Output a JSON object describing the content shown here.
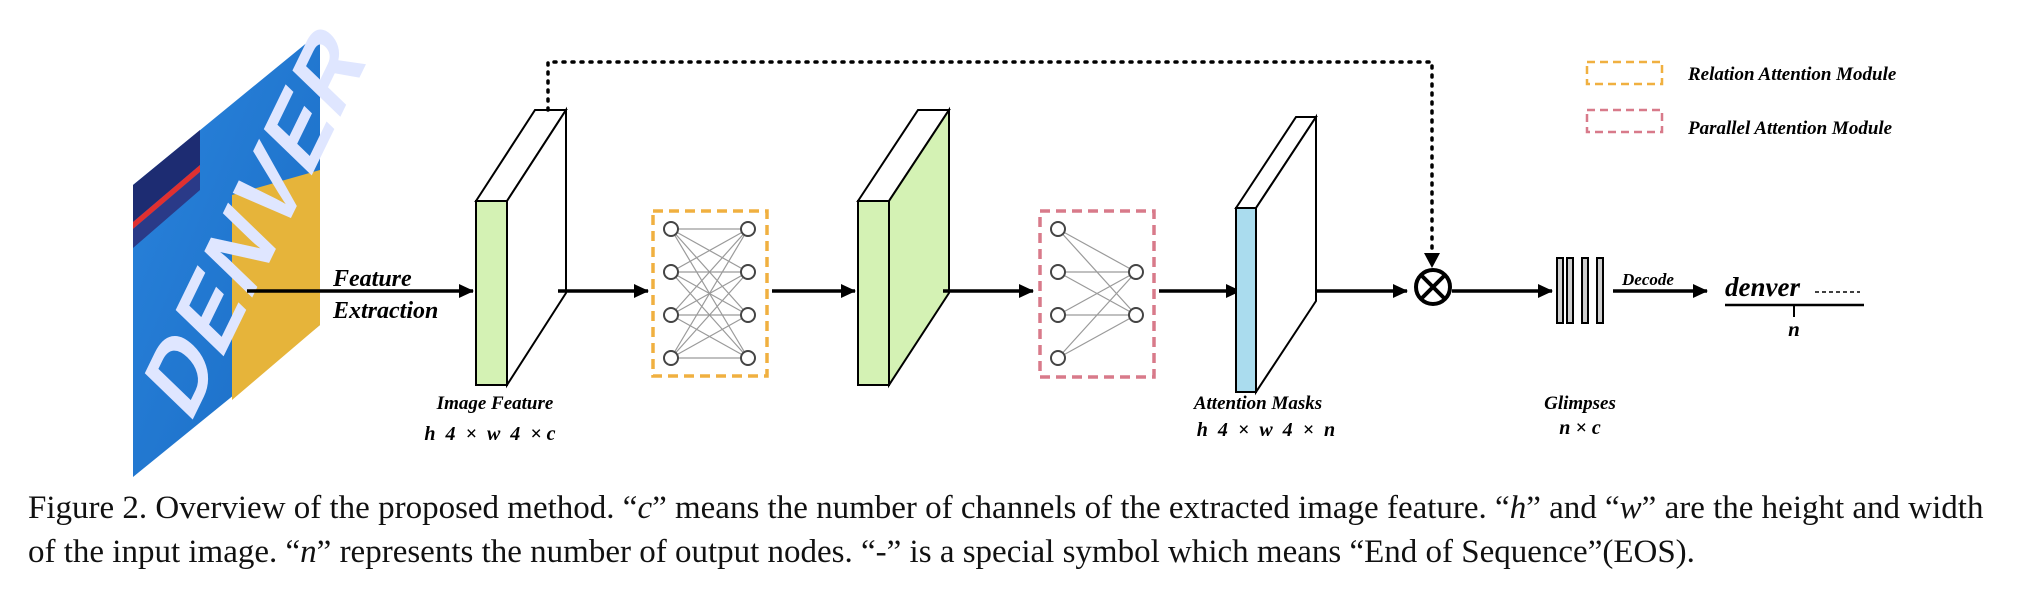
{
  "input_image": {
    "word": "DENVER"
  },
  "labels": {
    "feature_extraction_1": "Feature",
    "feature_extraction_2": "Extraction",
    "image_feature": "Image Feature",
    "image_feature_dims": "h  4  ×  w  4  × c",
    "attention_masks": "Attention Masks",
    "attention_masks_dims": "h  4  ×  w  4  ×  n",
    "glimpses": "Glimpses",
    "glimpses_dims": "n × c",
    "decode": "Decode",
    "output_word": "denver",
    "output_symbol": "n"
  },
  "legend": {
    "relation": {
      "label": "Relation Attention Module",
      "color": "#f0b040"
    },
    "parallel": {
      "label": "Parallel Attention Module",
      "color": "#d87a8a"
    }
  },
  "colors": {
    "feature_green": "#d4f2b4",
    "mask_blue": "#aadcee"
  },
  "caption": {
    "p1": "Figure 2. Overview of the proposed method. “",
    "v1": "c",
    "p2": "” means the number of channels of the extracted image feature. “",
    "v2": "h",
    "p3": "” and “",
    "v3": "w",
    "p4": "” are the height and width of the input image. “",
    "v4": "n",
    "p5": "” represents the number of output nodes. “-” is a special symbol which means “End of Sequence”(EOS)."
  }
}
